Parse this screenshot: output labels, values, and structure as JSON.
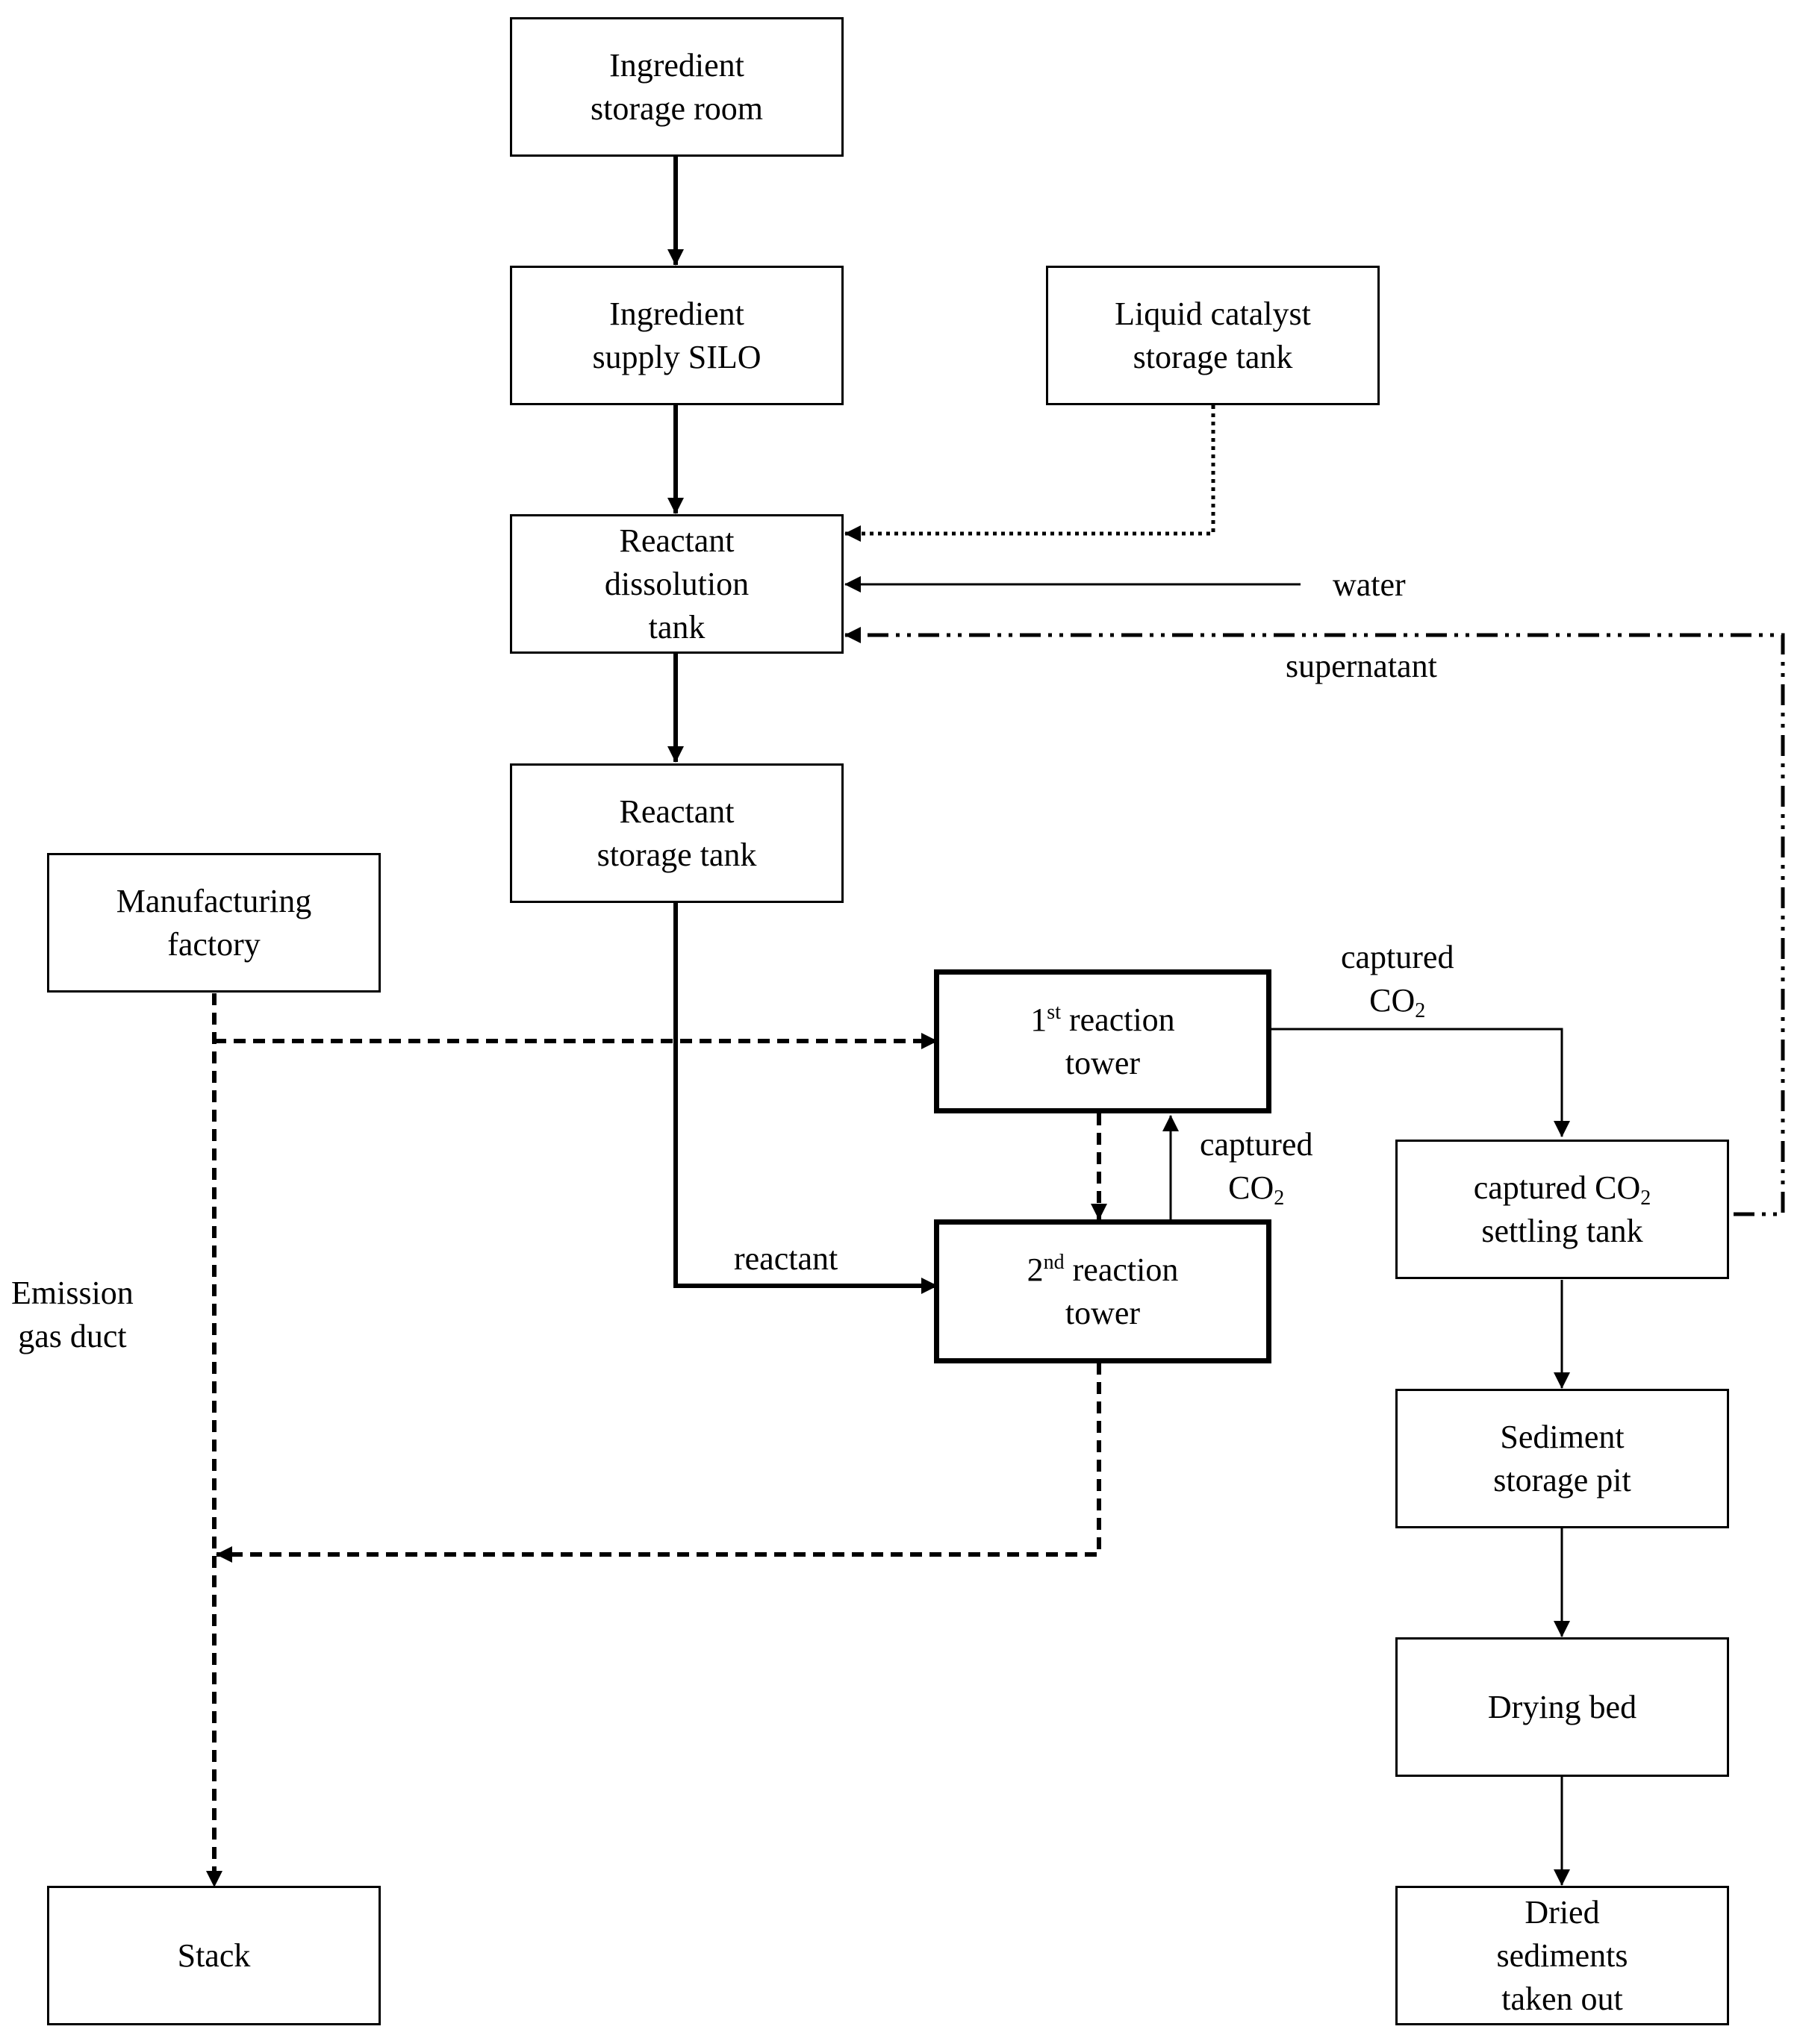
{
  "nodes": {
    "ingredient_storage_room": [
      "Ingredient",
      "storage room"
    ],
    "ingredient_supply_silo": [
      "Ingredient",
      "supply SILO"
    ],
    "liquid_catalyst_storage_tank": [
      "Liquid catalyst",
      "storage tank"
    ],
    "reactant_dissolution_tank": [
      "Reactant",
      "dissolution",
      "tank"
    ],
    "reactant_storage_tank": [
      "Reactant",
      "storage tank"
    ],
    "manufacturing_factory": [
      "Manufacturing",
      "factory"
    ],
    "reaction_tower_1": {
      "num": "1",
      "sup": "st",
      "rest": " reaction",
      "line2": "tower"
    },
    "reaction_tower_2": {
      "num": "2",
      "sup": "nd",
      "rest": " reaction",
      "line2": "tower"
    },
    "settling_tank": {
      "line1": "captured CO",
      "sub": "2",
      "line2": "settling tank"
    },
    "sediment_storage_pit": [
      "Sediment",
      "storage pit"
    ],
    "drying_bed": [
      "Drying bed"
    ],
    "dried_sediments": [
      "Dried",
      "sediments",
      "taken out"
    ],
    "stack": [
      "Stack"
    ]
  },
  "labels": {
    "water": "water",
    "supernatant": "supernatant",
    "reactant": "reactant",
    "emission_gas_duct": [
      "Emission",
      "gas duct"
    ],
    "captured_co2_top": {
      "line1": "captured",
      "line2": "CO",
      "sub": "2"
    },
    "captured_co2_mid": {
      "line1": "captured",
      "line2": "CO",
      "sub": "2"
    }
  },
  "colors": {
    "line": "#000000",
    "background": "#ffffff"
  }
}
